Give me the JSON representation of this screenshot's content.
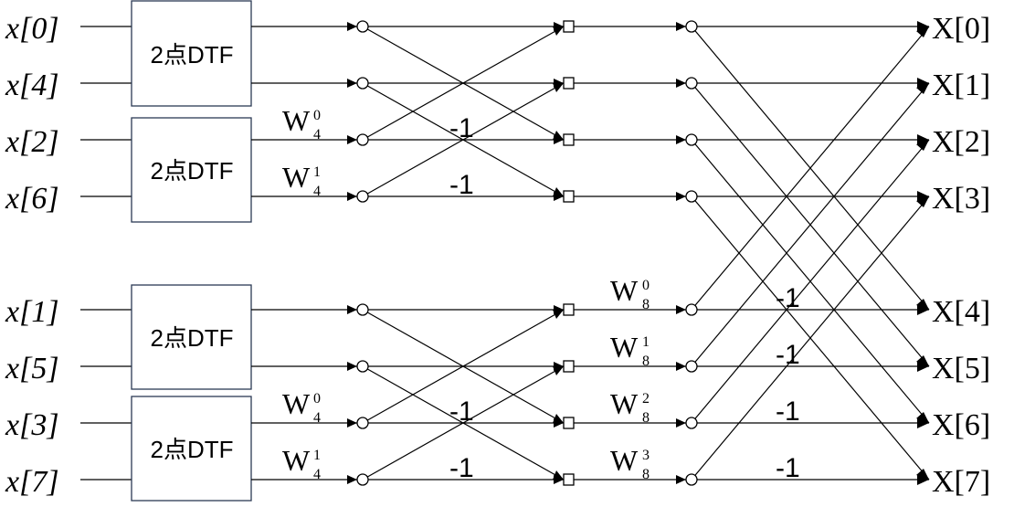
{
  "inputs": [
    "x[0]",
    "x[4]",
    "x[2]",
    "x[6]",
    "x[1]",
    "x[5]",
    "x[3]",
    "x[7]"
  ],
  "outputs": [
    "X[0]",
    "X[1]",
    "X[2]",
    "X[3]",
    "X[4]",
    "X[5]",
    "X[6]",
    "X[7]"
  ],
  "boxes": [
    "2点DTF",
    "2点DTF",
    "2点DTF",
    "2点DTF"
  ],
  "stage1_twiddles": [
    {
      "base": "W",
      "sup": "0",
      "sub": "4"
    },
    {
      "base": "W",
      "sup": "1",
      "sub": "4"
    },
    {
      "base": "W",
      "sup": "0",
      "sub": "4"
    },
    {
      "base": "W",
      "sup": "1",
      "sub": "4"
    }
  ],
  "stage2_twiddles": [
    {
      "base": "W",
      "sup": "0",
      "sub": "8"
    },
    {
      "base": "W",
      "sup": "1",
      "sub": "8"
    },
    {
      "base": "W",
      "sup": "2",
      "sub": "8"
    },
    {
      "base": "W",
      "sup": "3",
      "sub": "8"
    }
  ],
  "stage1_minus": [
    "-1",
    "-1",
    "-1",
    "-1"
  ],
  "stage2_minus": [
    "-1",
    "-1",
    "-1",
    "-1"
  ]
}
